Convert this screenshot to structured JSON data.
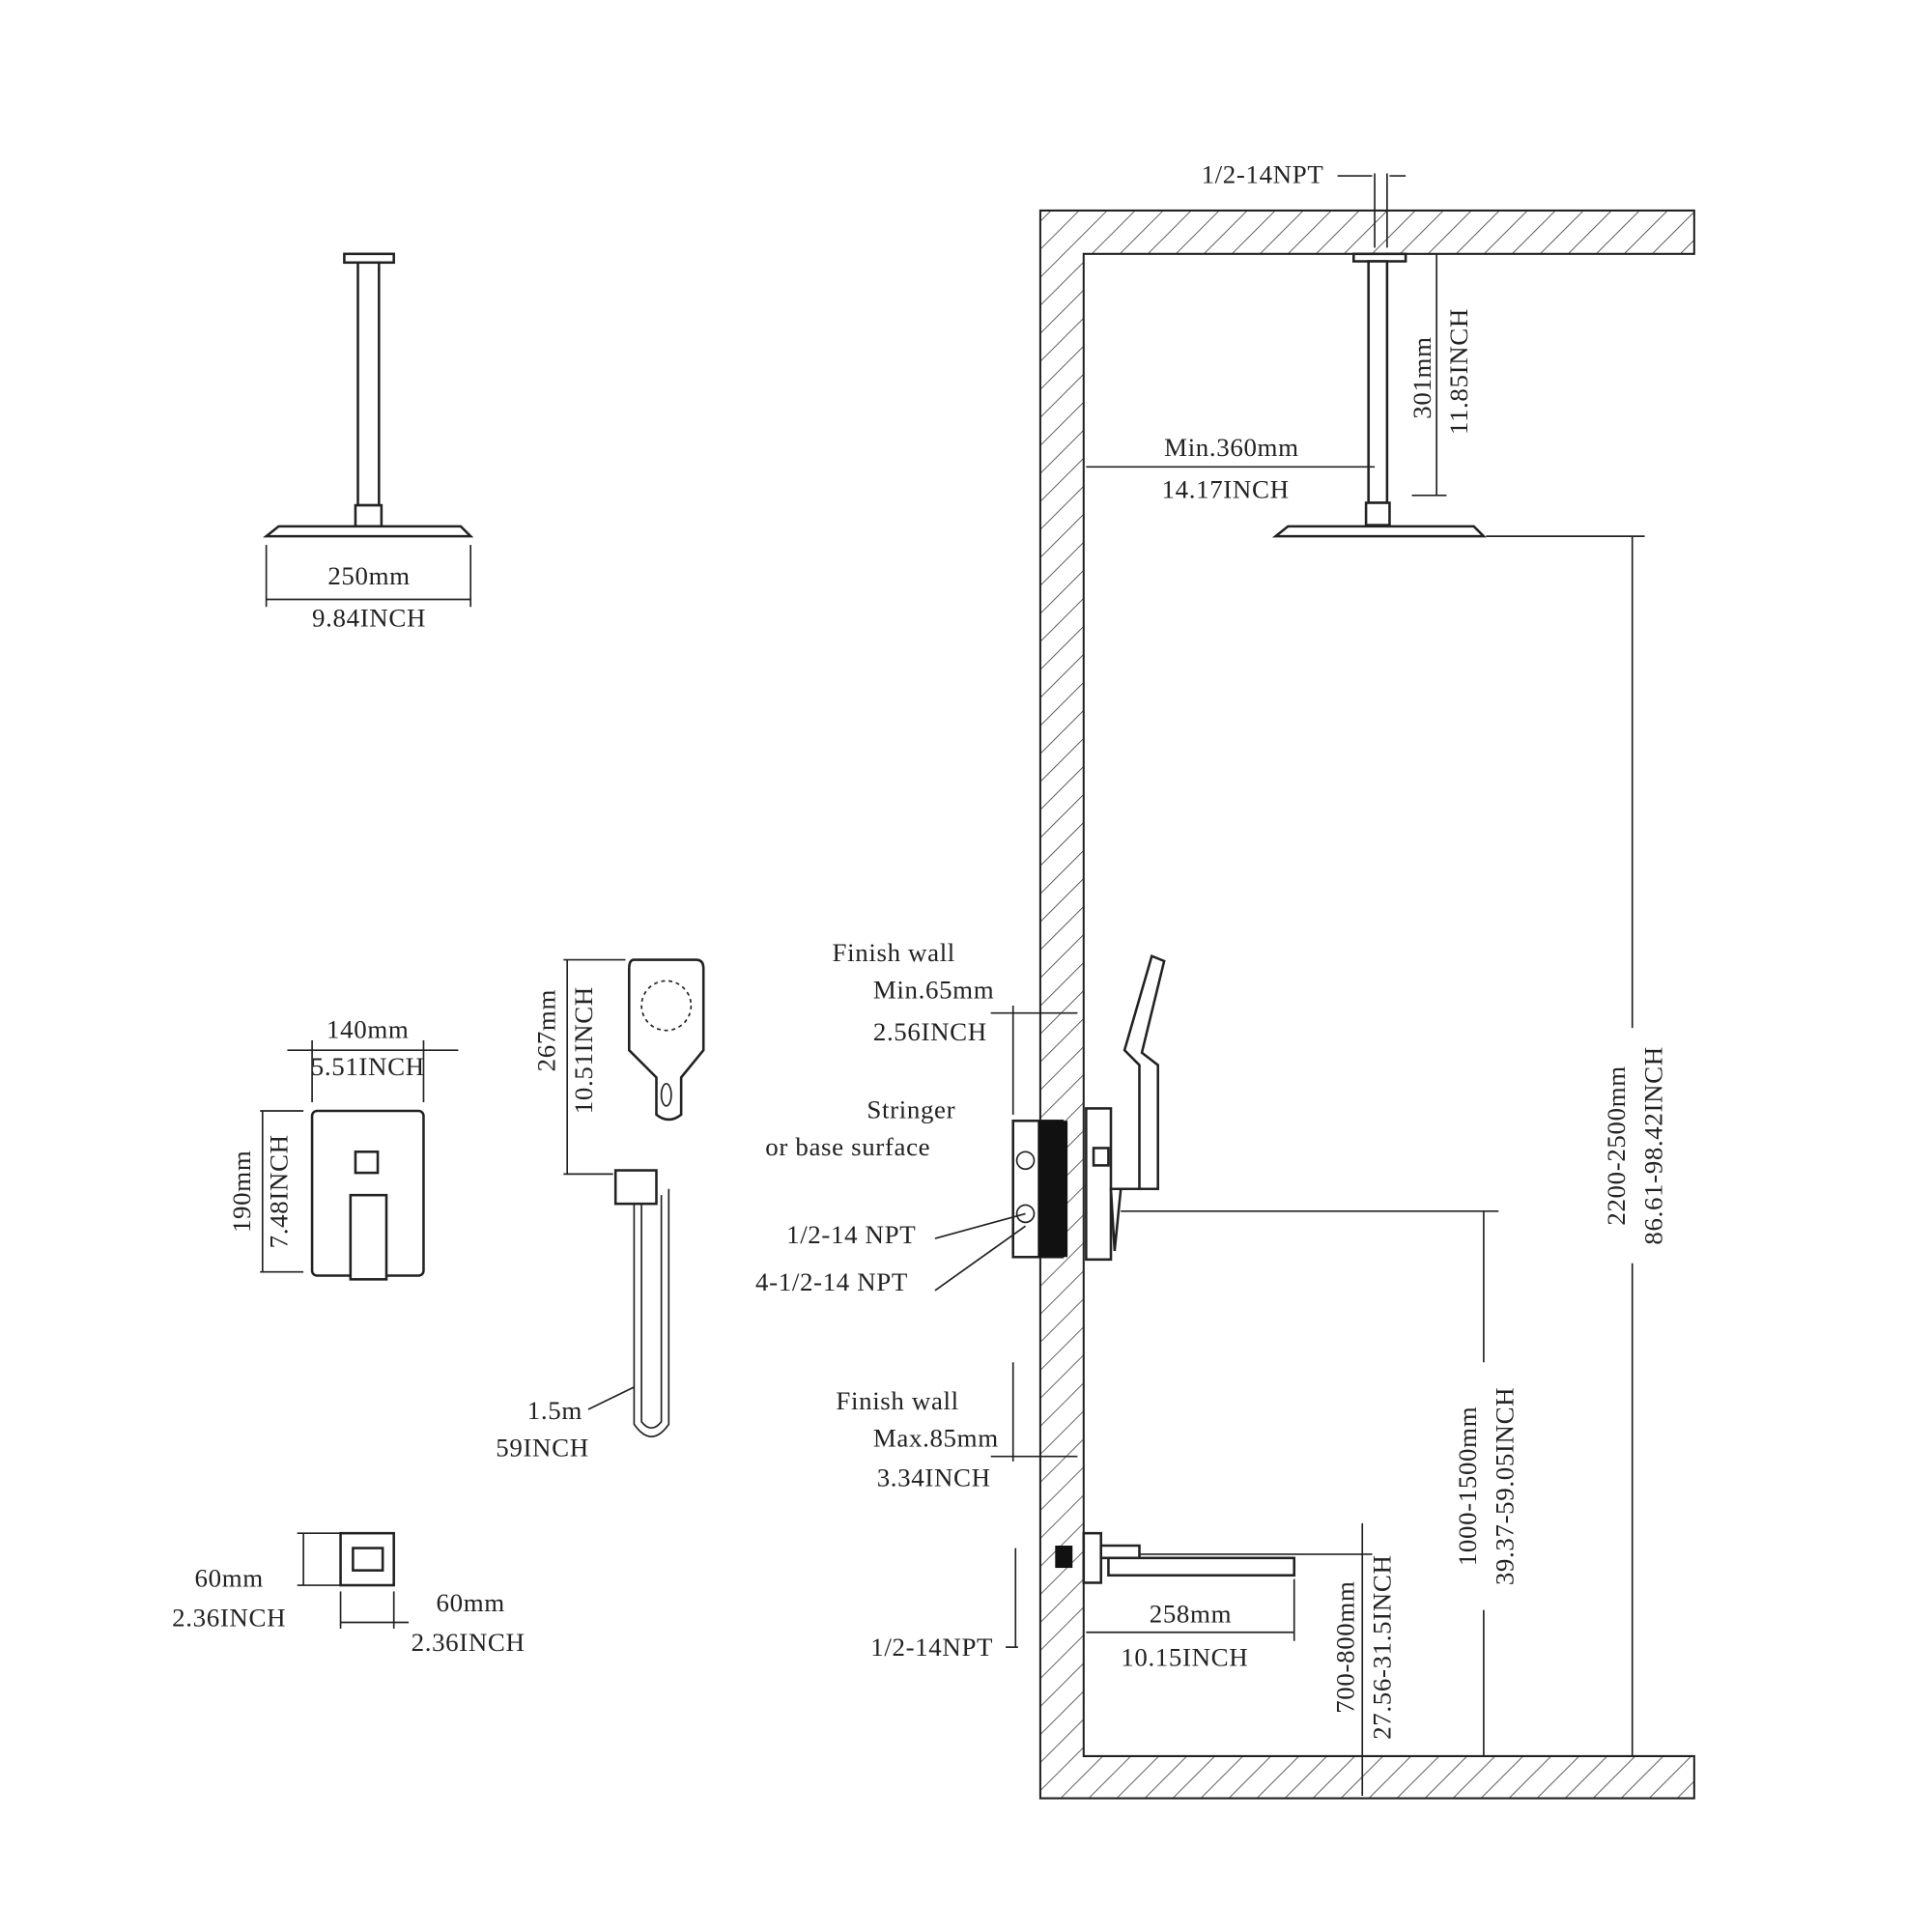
{
  "colors": {
    "line": "#222222",
    "background": "#ffffff"
  },
  "ceiling_arm": {
    "pipe_thread": "1/2-14NPT",
    "arm_mm": "301mm",
    "arm_in": "11.85INCH",
    "min_wall_mm": "Min.360mm",
    "min_wall_in": "14.17INCH"
  },
  "rain_head": {
    "width_mm": "250mm",
    "width_in": "9.84INCH"
  },
  "height_head": {
    "mm": "2200-2500mm",
    "in": "86.61-98.42INCH"
  },
  "finish_wall_min": {
    "label": "Finish wall",
    "mm": "Min.65mm",
    "in": "2.56INCH"
  },
  "stringer": {
    "line1": "Stringer",
    "line2": "or base surface"
  },
  "valve_ports": {
    "inlet": "1/2-14 NPT",
    "outlets": "4-1/2-14 NPT"
  },
  "finish_wall_max": {
    "label": "Finish wall",
    "mm": "Max.85mm",
    "in": "3.34INCH"
  },
  "valve_height": {
    "mm": "1000-1500mm",
    "in": "39.37-59.05INCH"
  },
  "spout": {
    "length_mm": "258mm",
    "length_in": "10.15INCH",
    "height_mm": "700-800mm",
    "height_in": "27.56-31.5INCH",
    "thread": "1/2-14NPT"
  },
  "trim_plate": {
    "width_mm": "140mm",
    "width_in": "5.51INCH",
    "height_mm": "190mm",
    "height_in": "7.48INCH"
  },
  "hand_shower": {
    "length_mm": "267mm",
    "length_in": "10.51INCH",
    "hose_m": "1.5m",
    "hose_in": "59INCH"
  },
  "outlet_elbow": {
    "h_mm": "60mm",
    "h_in": "2.36INCH",
    "w_mm": "60mm",
    "w_in": "2.36INCH"
  }
}
